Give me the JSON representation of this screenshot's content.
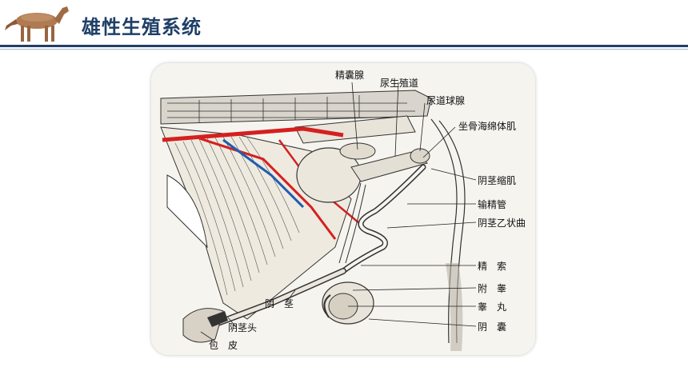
{
  "header": {
    "title": "雄性生殖系统",
    "logo_icon": "horse-icon"
  },
  "diagram": {
    "labels": {
      "seminal_vesicle": "精囊腺",
      "urogenital_canal": "尿生殖道",
      "bulbourethral_gland": "尿道球腺",
      "ischiocavernosus": "坐骨海绵体肌",
      "retractor_penis": "阴茎缩肌",
      "vas_deferens": "输精管",
      "sigmoid_flexure": "阴茎乙状曲",
      "spermatic_cord": "精　索",
      "epididymis": "附　睾",
      "testis": "睾　丸",
      "scrotum": "阴　囊",
      "penis": "阴　茎",
      "glans_penis": "阴茎头",
      "prepuce": "包　皮"
    },
    "colors": {
      "artery": "#d42020",
      "vein": "#1e5fb0",
      "line": "#222222"
    }
  }
}
